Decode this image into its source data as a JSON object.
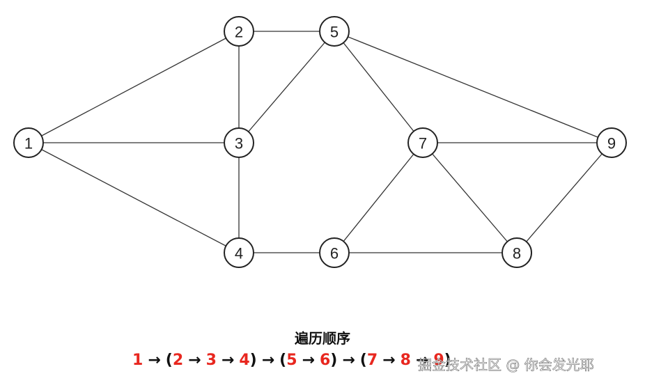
{
  "nodes": [
    {
      "id": "1",
      "label": "1"
    },
    {
      "id": "2",
      "label": "2"
    },
    {
      "id": "3",
      "label": "3"
    },
    {
      "id": "4",
      "label": "4"
    },
    {
      "id": "5",
      "label": "5"
    },
    {
      "id": "6",
      "label": "6"
    },
    {
      "id": "7",
      "label": "7"
    },
    {
      "id": "8",
      "label": "8"
    },
    {
      "id": "9",
      "label": "9"
    }
  ],
  "edges": [
    [
      "1",
      "2"
    ],
    [
      "1",
      "3"
    ],
    [
      "1",
      "4"
    ],
    [
      "2",
      "3"
    ],
    [
      "2",
      "5"
    ],
    [
      "3",
      "5"
    ],
    [
      "3",
      "4"
    ],
    [
      "4",
      "6"
    ],
    [
      "5",
      "7"
    ],
    [
      "5",
      "9"
    ],
    [
      "6",
      "7"
    ],
    [
      "6",
      "8"
    ],
    [
      "7",
      "9"
    ],
    [
      "7",
      "8"
    ],
    [
      "8",
      "9"
    ]
  ],
  "caption": {
    "title": "遍历顺序",
    "sequence": [
      {
        "text": "1",
        "type": "num"
      },
      {
        "text": "→",
        "type": "arrow"
      },
      {
        "text": "(",
        "type": "paren"
      },
      {
        "text": "2",
        "type": "num"
      },
      {
        "text": "→",
        "type": "arrow"
      },
      {
        "text": "3",
        "type": "num"
      },
      {
        "text": "→",
        "type": "arrow"
      },
      {
        "text": "4",
        "type": "num"
      },
      {
        "text": ")",
        "type": "paren"
      },
      {
        "text": "→",
        "type": "arrow"
      },
      {
        "text": "(",
        "type": "paren"
      },
      {
        "text": "5",
        "type": "num"
      },
      {
        "text": "→",
        "type": "arrow"
      },
      {
        "text": "6",
        "type": "num"
      },
      {
        "text": ")",
        "type": "paren"
      },
      {
        "text": "→",
        "type": "arrow"
      },
      {
        "text": "(",
        "type": "paren"
      },
      {
        "text": "7",
        "type": "num"
      },
      {
        "text": "→",
        "type": "arrow"
      },
      {
        "text": "8",
        "type": "num"
      },
      {
        "text": "→",
        "type": "arrow"
      },
      {
        "text": "9",
        "type": "num"
      },
      {
        "text": ")",
        "type": "paren"
      }
    ]
  },
  "watermark": "掘金技术社区 @ 你会发光耶",
  "colors": {
    "highlight": "#e8271f",
    "text": "#111111",
    "stroke": "#222222"
  }
}
